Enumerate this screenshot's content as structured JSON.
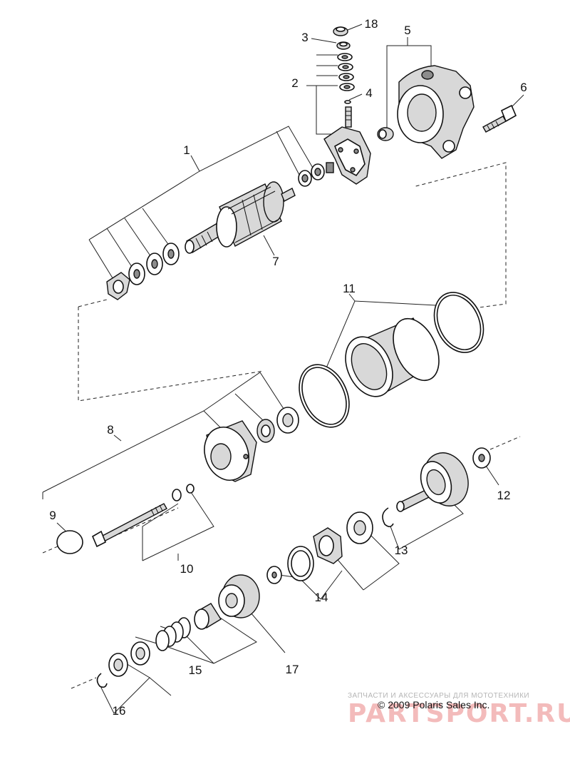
{
  "callouts": {
    "c1": "1",
    "c2": "2",
    "c3": "3",
    "c4": "4",
    "c5": "5",
    "c6": "6",
    "c7": "7",
    "c8": "8",
    "c9": "9",
    "c10": "10",
    "c11": "11",
    "c12": "12",
    "c13": "13",
    "c14": "14",
    "c15": "15",
    "c16": "16",
    "c17": "17",
    "c18": "18"
  },
  "footer": {
    "watermark_line": "ЗАПЧАСТИ И АКСЕССУАРЫ ДЛЯ МОТОТЕХНИКИ",
    "copyright": "© 2009 Polaris Sales Inc.",
    "brand": "PARTSPORT.RU"
  },
  "colors": {
    "line": "#222222",
    "part_fill": "#d8d8d8",
    "watermark": "#dc3c3c"
  }
}
